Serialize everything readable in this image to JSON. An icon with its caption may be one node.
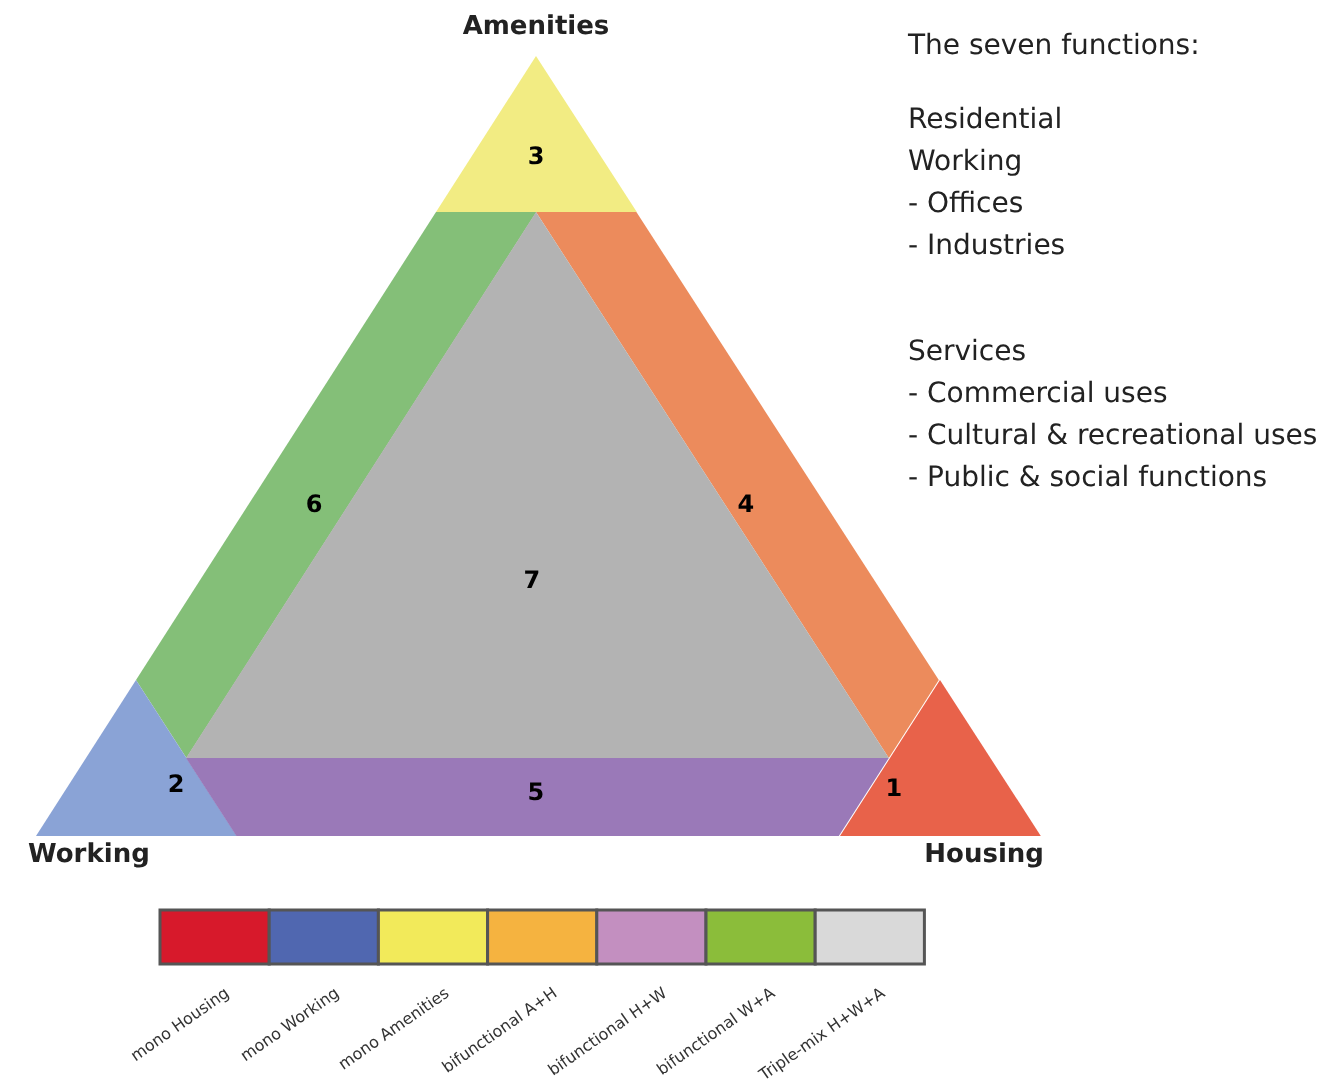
{
  "diagram": {
    "nodes": [
      {
        "text": [
          "3"
        ]
      },
      {
        "text": [
          "6"
        ]
      },
      {
        "text": [
          "4"
        ]
      },
      {
        "text": [
          "7"
        ]
      },
      {
        "text": [
          "2"
        ]
      },
      {
        "text": [
          "5"
        ]
      },
      {
        "text": [
          "1"
        ]
      }
    ],
    "labels": [
      "Amenities",
      "The seven functions:",
      "Residential",
      "Working",
      "- Offices",
      "- Industries",
      "Services",
      "- Commercial uses",
      "- Cultural & recreational uses",
      "- Public & social functions",
      "Working",
      "Housing"
    ],
    "legend": [
      {
        "text": "mono Housing",
        "color": "#d7192b"
      },
      {
        "text": "mono Working",
        "color": "#5067b0"
      },
      {
        "text": "mono Amenities",
        "color": "#f2ea5a"
      },
      {
        "text": "bifunctional A+H",
        "color": "#f5b340"
      },
      {
        "text": "bifunctional H+W",
        "color": "#c38fc0"
      },
      {
        "text": "bifunctional W+A",
        "color": "#8bbd3a"
      },
      {
        "text": "Triple-mix H+W+A",
        "color": "#d9d9d9"
      }
    ]
  }
}
